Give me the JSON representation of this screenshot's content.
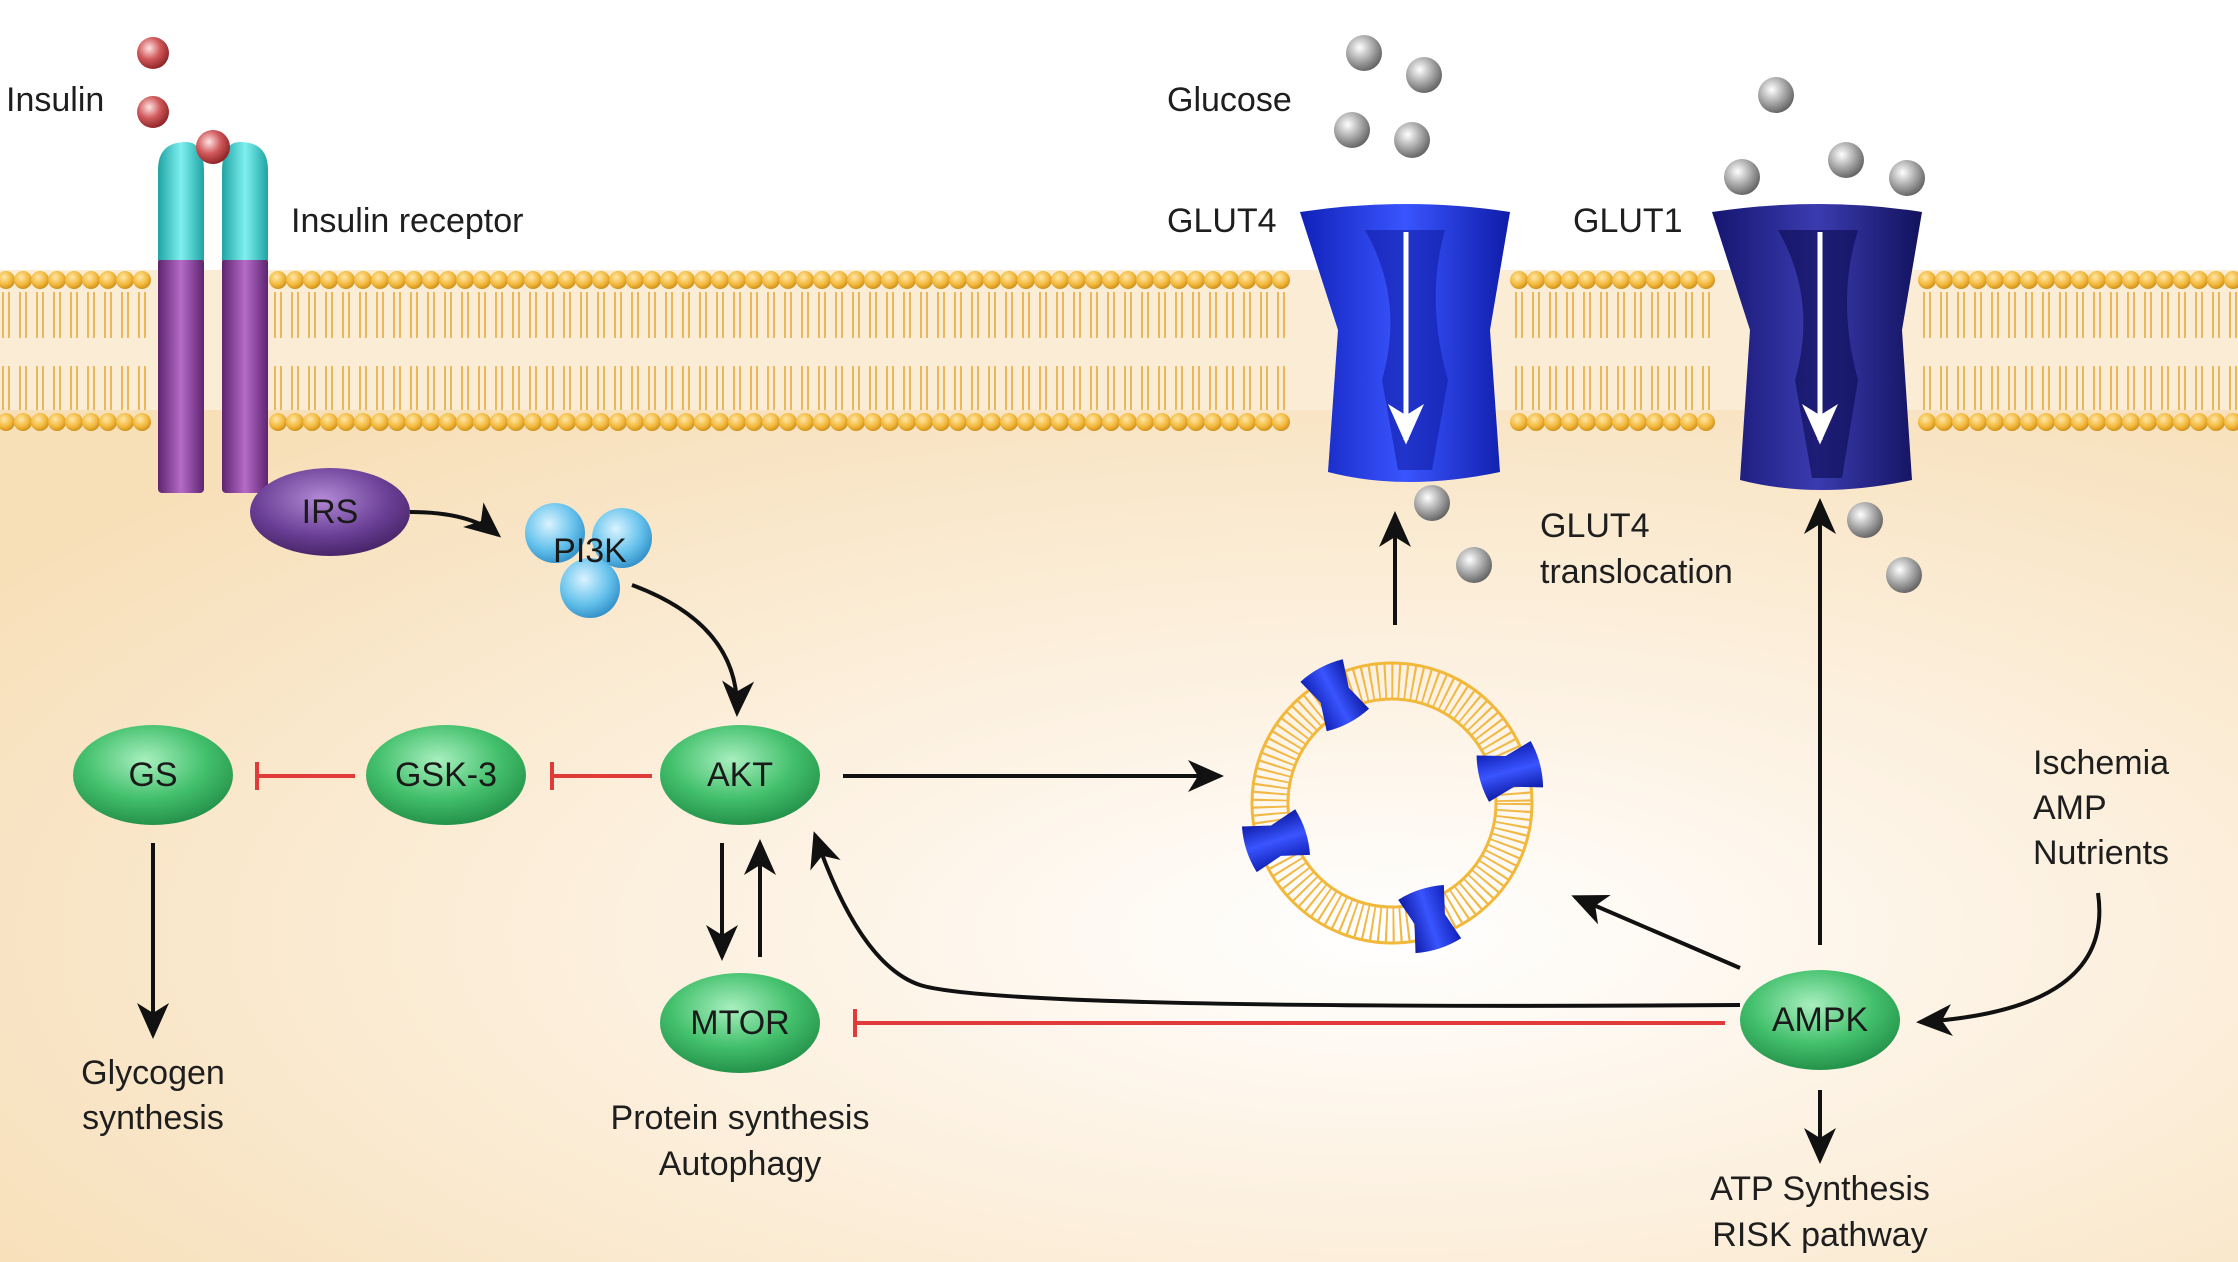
{
  "labels": {
    "insulin": "Insulin",
    "insulin_receptor": "Insulin receptor",
    "glucose": "Glucose",
    "glut4": "GLUT4",
    "glut1": "GLUT1",
    "glut4_translocation_l1": "GLUT4",
    "glut4_translocation_l2": "translocation",
    "ischemia": "Ischemia",
    "amp": "AMP",
    "nutrients": "Nutrients",
    "glycogen_l1": "Glycogen",
    "glycogen_l2": "synthesis",
    "protein_l1": "Protein synthesis",
    "protein_l2": "Autophagy",
    "atp_l1": "ATP Synthesis",
    "atp_l2": "RISK pathway"
  },
  "nodes": {
    "irs": "IRS",
    "pi3k": "PI3K",
    "akt": "AKT",
    "gsk3": "GSK-3",
    "gs": "GS",
    "mtor": "MTOR",
    "ampk": "AMPK"
  },
  "colors": {
    "membrane_bead": "#f2b83c",
    "cytoplasm": "#fbecd6",
    "node_green": "#3fbf6a",
    "irs_purple": "#6a3f96",
    "pi3k_blue": "#5fbde8",
    "glut4_blue": "#1a2fd0",
    "glut1_navy": "#1e1e8c",
    "receptor_teal": "#3fcfcf",
    "receptor_purple": "#8a3e9c",
    "insulin_red": "#c0393b",
    "glucose_gray": "#8e8e8e",
    "inhibit_red": "#e03a3a",
    "arrow_black": "#111111"
  }
}
